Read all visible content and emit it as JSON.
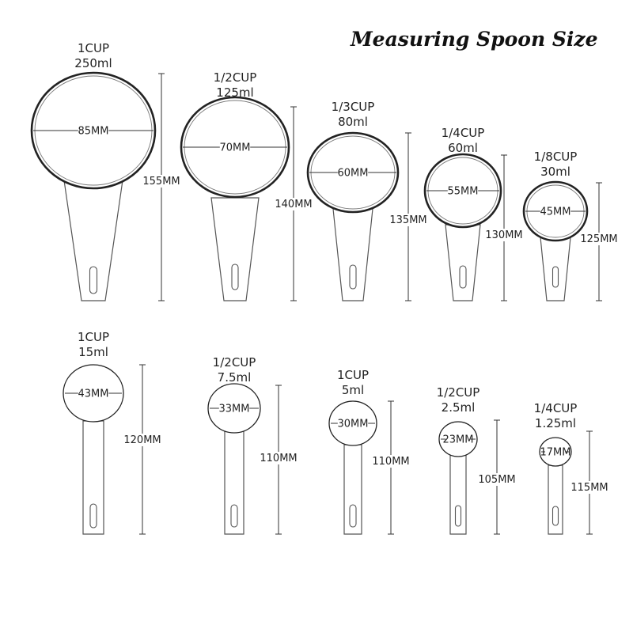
{
  "title": "Measuring Spoon Size",
  "spoons": [
    {
      "cup": "1CUP",
      "volume": "250ml",
      "diameter": "85MM",
      "length": "155MM"
    },
    {
      "cup": "1/2CUP",
      "volume": "125ml",
      "diameter": "70MM",
      "length": "140MM"
    },
    {
      "cup": "1/3CUP",
      "volume": "80ml",
      "diameter": "60MM",
      "length": "135MM"
    },
    {
      "cup": "1/4CUP",
      "volume": "60ml",
      "diameter": "55MM",
      "length": "130MM"
    },
    {
      "cup": "1/8CUP",
      "volume": "30ml",
      "diameter": "45MM",
      "length": "125MM"
    },
    {
      "cup": "1CUP",
      "volume": "15ml",
      "diameter": "43MM",
      "length": "120MM"
    },
    {
      "cup": "1/2CUP",
      "volume": "7.5ml",
      "diameter": "33MM",
      "length": "110MM"
    },
    {
      "cup": "1CUP",
      "volume": "5ml",
      "diameter": "30MM",
      "length": "110MM"
    },
    {
      "cup": "1/2CUP",
      "volume": "2.5ml",
      "diameter": "23MM",
      "length": "105MM"
    },
    {
      "cup": "1/4CUP",
      "volume": "1.25ml",
      "diameter": "17MM",
      "length": "115MM"
    }
  ]
}
